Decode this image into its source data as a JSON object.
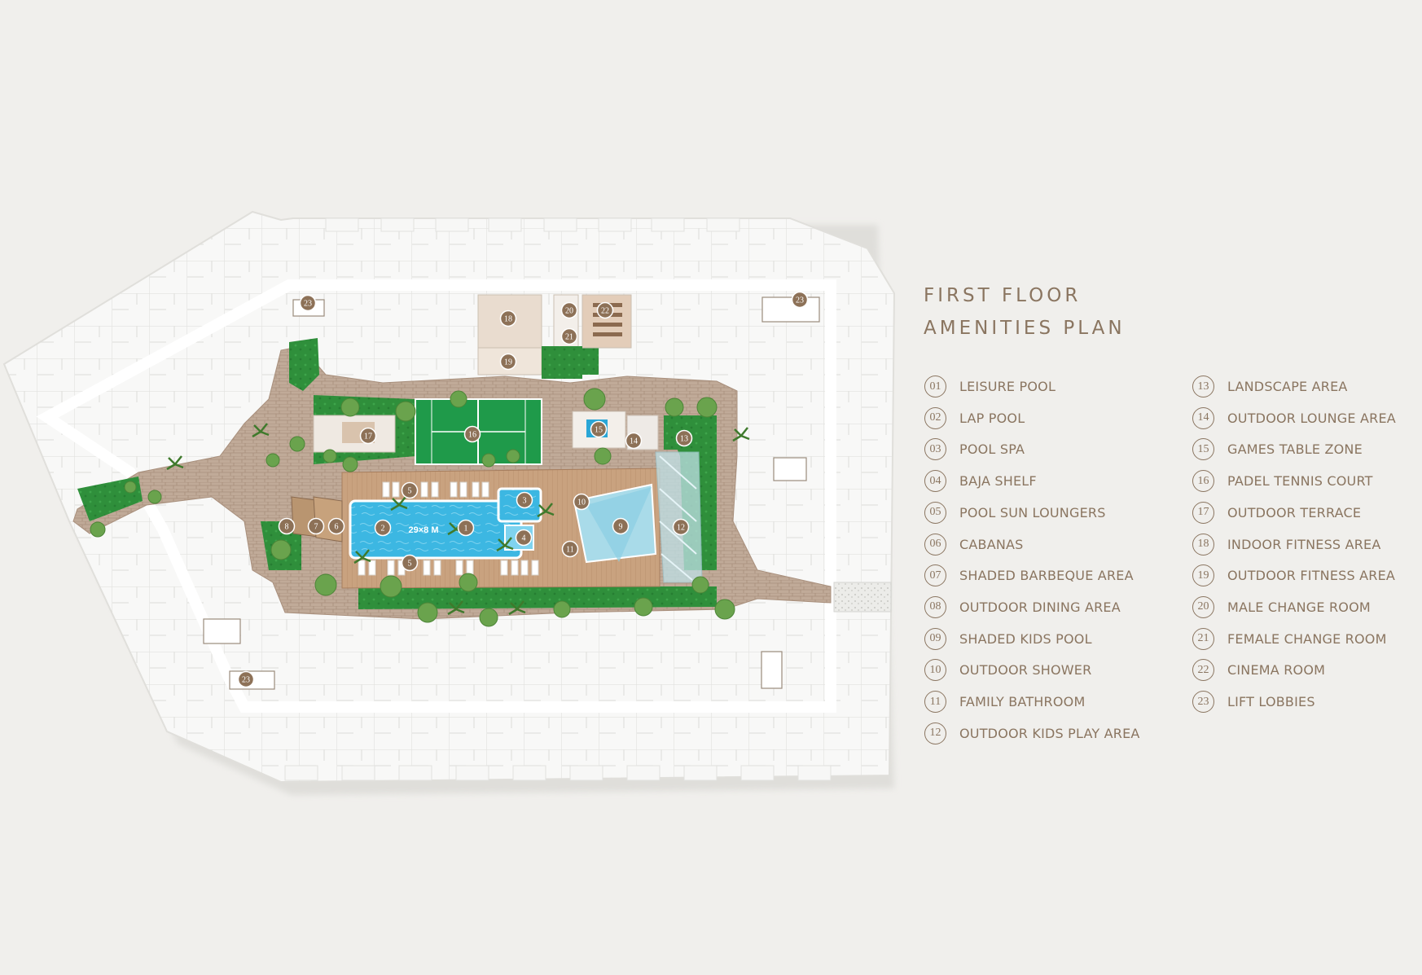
{
  "title": {
    "line1": "FIRST FLOOR",
    "line2": "AMENITIES PLAN"
  },
  "legend_left": [
    {
      "num": "01",
      "label": "LEISURE POOL"
    },
    {
      "num": "02",
      "label": "LAP POOL"
    },
    {
      "num": "03",
      "label": "POOL SPA"
    },
    {
      "num": "04",
      "label": "BAJA SHELF"
    },
    {
      "num": "05",
      "label": "POOL SUN LOUNGERS"
    },
    {
      "num": "06",
      "label": "CABANAS"
    },
    {
      "num": "07",
      "label": "SHADED BARBEQUE AREA"
    },
    {
      "num": "08",
      "label": "OUTDOOR DINING AREA"
    },
    {
      "num": "09",
      "label": "SHADED KIDS POOL"
    },
    {
      "num": "10",
      "label": "OUTDOOR SHOWER"
    },
    {
      "num": "11",
      "label": "FAMILY BATHROOM"
    },
    {
      "num": "12",
      "label": "OUTDOOR KIDS PLAY AREA"
    }
  ],
  "legend_right": [
    {
      "num": "13",
      "label": "LANDSCAPE AREA"
    },
    {
      "num": "14",
      "label": "OUTDOOR LOUNGE AREA"
    },
    {
      "num": "15",
      "label": "GAMES TABLE ZONE"
    },
    {
      "num": "16",
      "label": "PADEL TENNIS COURT"
    },
    {
      "num": "17",
      "label": "OUTDOOR TERRACE"
    },
    {
      "num": "18",
      "label": "INDOOR FITNESS AREA"
    },
    {
      "num": "19",
      "label": "OUTDOOR FITNESS AREA"
    },
    {
      "num": "20",
      "label": "MALE CHANGE ROOM"
    },
    {
      "num": "21",
      "label": "FEMALE CHANGE ROOM"
    },
    {
      "num": "22",
      "label": "CINEMA ROOM"
    },
    {
      "num": "23",
      "label": "LIFT LOBBIES"
    }
  ],
  "map": {
    "pool_dimension": "29×8 M",
    "markers": [
      "1",
      "2",
      "3",
      "4",
      "5",
      "5",
      "6",
      "7",
      "8",
      "9",
      "10",
      "11",
      "12",
      "13",
      "14",
      "15",
      "16",
      "17",
      "18",
      "19",
      "20",
      "21",
      "22",
      "23",
      "23",
      "23"
    ]
  },
  "colors": {
    "background": "#f0efec",
    "building": "#f7f7f6",
    "deck": "#c9a27f",
    "pool": "#34b3de",
    "lawn": "#2e8c3a",
    "court": "#1f9a4a",
    "marker": "#8d7157",
    "legend_text": "#8a7560"
  }
}
